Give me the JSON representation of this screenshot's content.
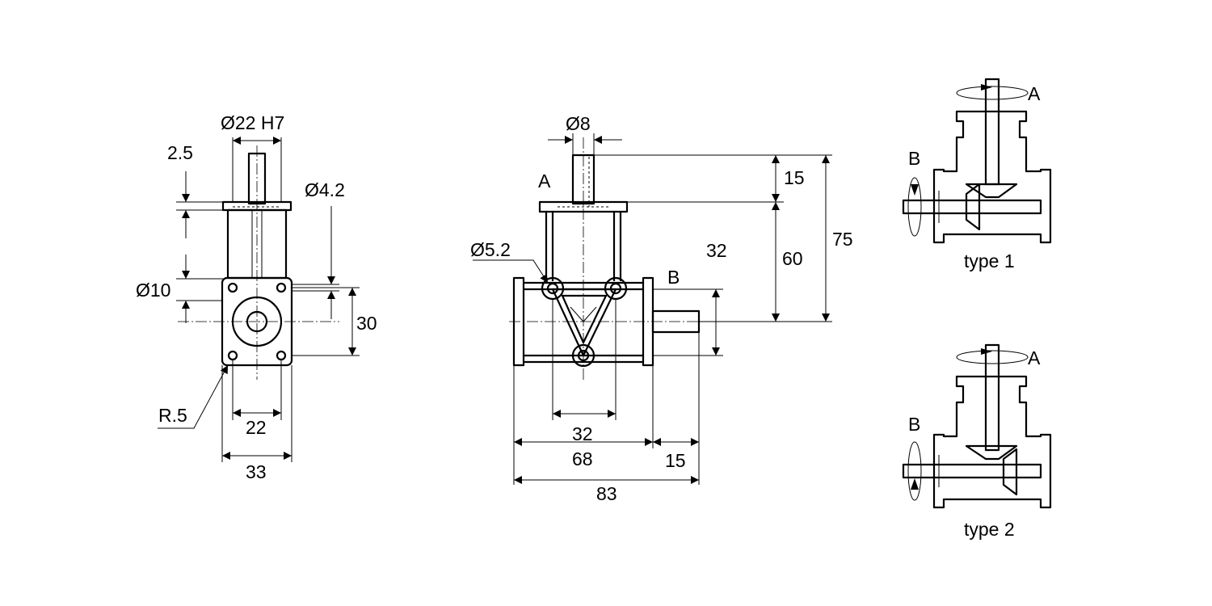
{
  "side_view": {
    "bore_label": "Ø22 H7",
    "flange_thickness_label": "2.5",
    "mount_hole_label": "Ø4.2",
    "shaft_label": "Ø10",
    "hole_spacing_v_label": "30",
    "corner_radius_label": "R.5",
    "hole_spacing_h_label": "22",
    "width_label": "33"
  },
  "front_view": {
    "shaft_label": "Ø8",
    "shaft_a_label": "A",
    "shaft_b_label": "B",
    "mount_hole_label": "Ø5.2",
    "shaft_length_label": "15",
    "height_label": "60",
    "total_height_label": "75",
    "shaft_b_offset_label": "32",
    "hole_spacing_label": "32",
    "body_width_label": "68",
    "shaft_b_length_label": "15",
    "total_width_label": "83"
  },
  "schematics": [
    {
      "name": "type 1",
      "shaft_a": "A",
      "shaft_b": "B"
    },
    {
      "name": "type 2",
      "shaft_a": "A",
      "shaft_b": "B"
    }
  ]
}
